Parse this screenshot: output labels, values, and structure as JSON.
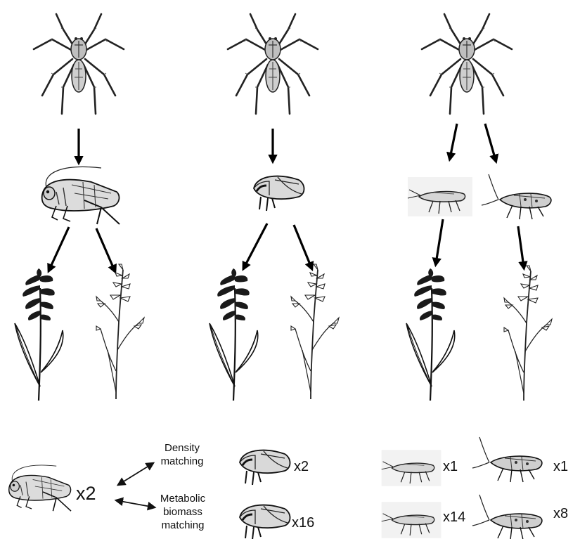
{
  "matching": {
    "density": [
      "Density",
      "matching"
    ],
    "metabolic": [
      "Metabolic",
      "biomass",
      "matching"
    ]
  },
  "multipliers": {
    "grasshopper": "x2",
    "leafhopper_density": "x2",
    "leafhopper_metabolic": "x16",
    "bug_small_density": "x1",
    "bug_large_density": "x1",
    "bug_small_metabolic": "x14",
    "bug_large_metabolic": "x8"
  },
  "colors": {
    "ink": "#111111",
    "insect_fill": "#d9d9d9",
    "plant_dark": "#1a1a1a"
  },
  "icons": [
    "spider-icon",
    "grasshopper-icon",
    "leafhopper-icon",
    "mirid-bug-icon",
    "goldenrod-plant-icon",
    "grass-plant-icon",
    "arrow-icon"
  ]
}
